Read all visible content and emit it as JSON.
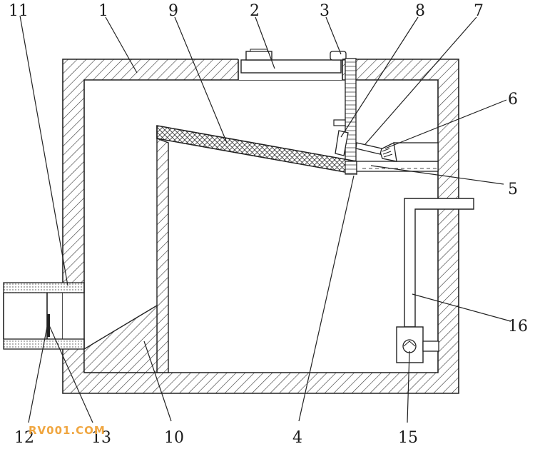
{
  "labels": {
    "l1": "1",
    "l2": "2",
    "l3": "3",
    "l4": "4",
    "l5": "5",
    "l6": "6",
    "l7": "7",
    "l8": "8",
    "l9": "9",
    "l10": "10",
    "l11": "11",
    "l12": "12",
    "l13": "13",
    "l15": "15",
    "l16": "16"
  },
  "watermark": "RV001.COM"
}
